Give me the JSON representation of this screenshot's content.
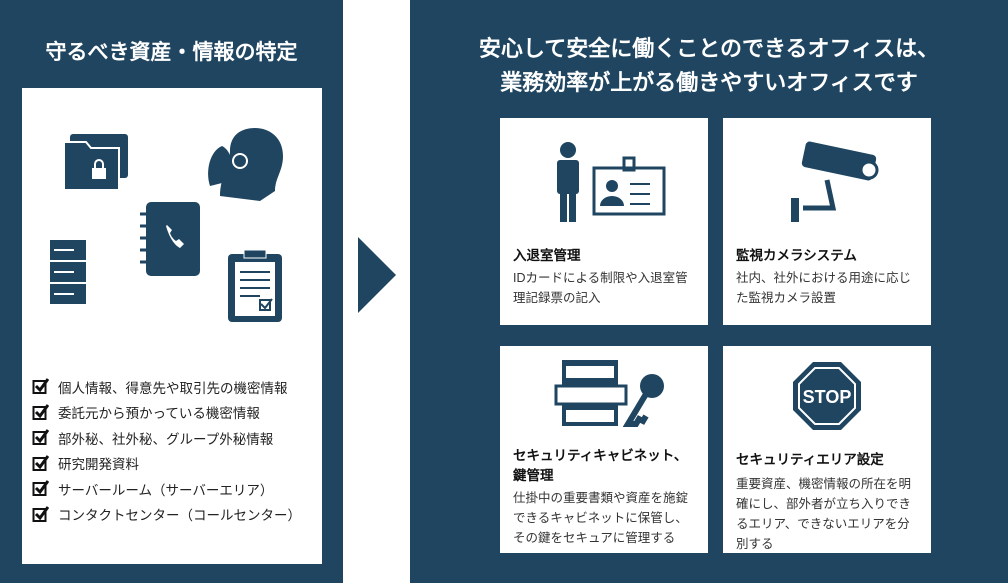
{
  "left_panel": {
    "title": "守るべき資産・情報の特定",
    "checklist": [
      "個人情報、得意先や取引先の機密情報",
      "委託元から預かっている機密情報",
      "部外秘、社外秘、グループ外秘情報",
      "研究開発資料",
      "サーバールーム（サーバーエリア）",
      "コンタクトセンター（コールセンター）"
    ]
  },
  "right_panel": {
    "title_line1": "安心して安全に働くことのできるオフィスは、",
    "title_line2": "業務効率が上がる働きやすいオフィスです",
    "cards": [
      {
        "title": "入退室管理",
        "body": "IDカードによる制限や入退室管理記録票の記入"
      },
      {
        "title": "監視カメラシステム",
        "body": "社内、社外における用途に応じた監視カメラ設置"
      },
      {
        "title": "セキュリティキャビネット、鍵管理",
        "body": "仕掛中の重要書類や資産を施錠できるキャビネットに保管し、その鍵をセキュアに管理する"
      },
      {
        "title": "セキュリティエリア設定",
        "body": "重要資産、機密情報の所在を明確にし、部外者が立ち入りできるエリア、できないエリアを分別する",
        "sign": "STOP"
      }
    ]
  },
  "colors": {
    "navy": "#1f4560",
    "white": "#ffffff"
  }
}
